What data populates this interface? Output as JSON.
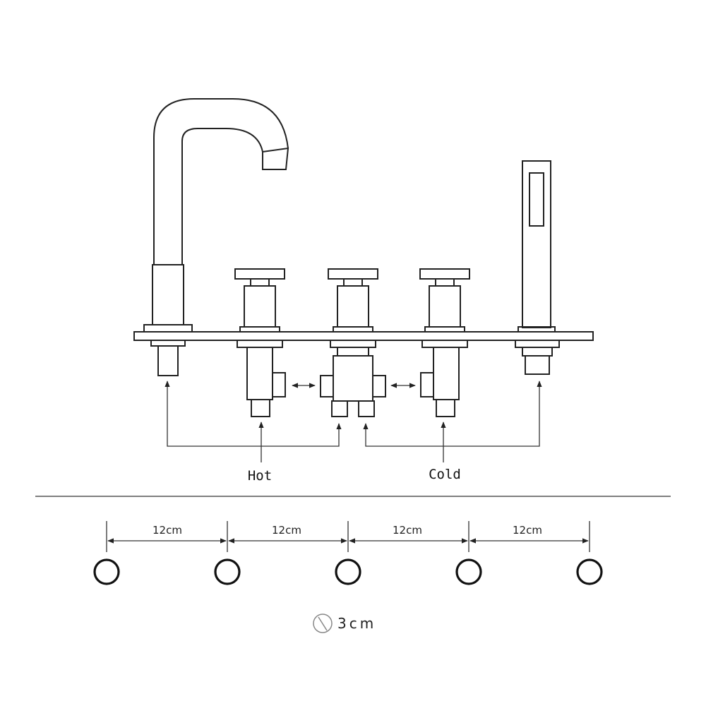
{
  "labels": {
    "hot": "Hot",
    "cold": "Cold"
  },
  "spacing": {
    "labels": [
      "12cm",
      "12cm",
      "12cm",
      "12cm"
    ]
  },
  "hole": {
    "diameter_label": "3cm"
  },
  "colors": {
    "line": "#222222",
    "background": "#ffffff"
  }
}
